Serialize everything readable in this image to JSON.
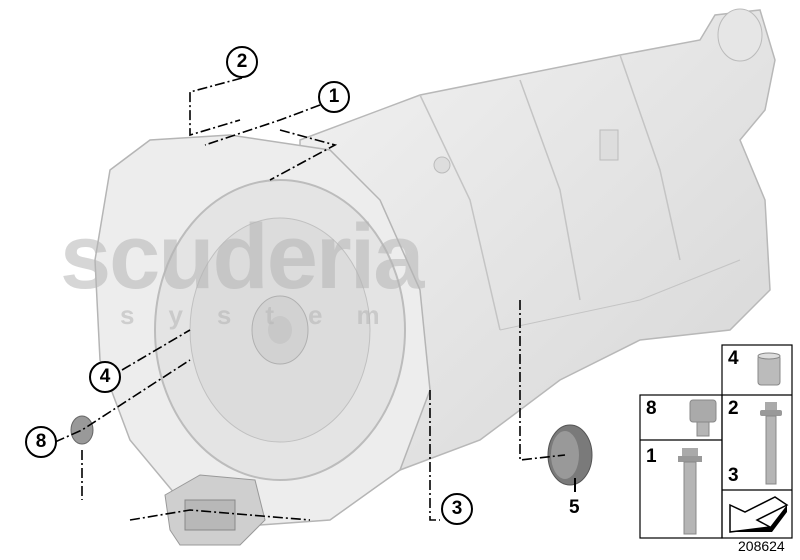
{
  "diagram": {
    "reference_number": "208624",
    "watermark": {
      "line1": "scuderia",
      "line2": "system"
    },
    "callouts": [
      {
        "label": "2",
        "circled": true
      },
      {
        "label": "1",
        "circled": true
      },
      {
        "label": "4",
        "circled": true
      },
      {
        "label": "8",
        "circled": true
      },
      {
        "label": "3",
        "circled": true
      },
      {
        "label": "5",
        "circled": false
      }
    ],
    "parts_panel": {
      "cells": [
        {
          "label": "4",
          "part": "dowel-sleeve"
        },
        {
          "label": "8",
          "part": "hex-socket-screw"
        },
        {
          "label": "2",
          "part": "torx-bolt"
        },
        {
          "label": "3",
          "part": "torx-bolt"
        },
        {
          "label": "1",
          "part": "hex-flange-bolt"
        },
        {
          "label": "",
          "part": "direction-arrow"
        }
      ]
    }
  }
}
